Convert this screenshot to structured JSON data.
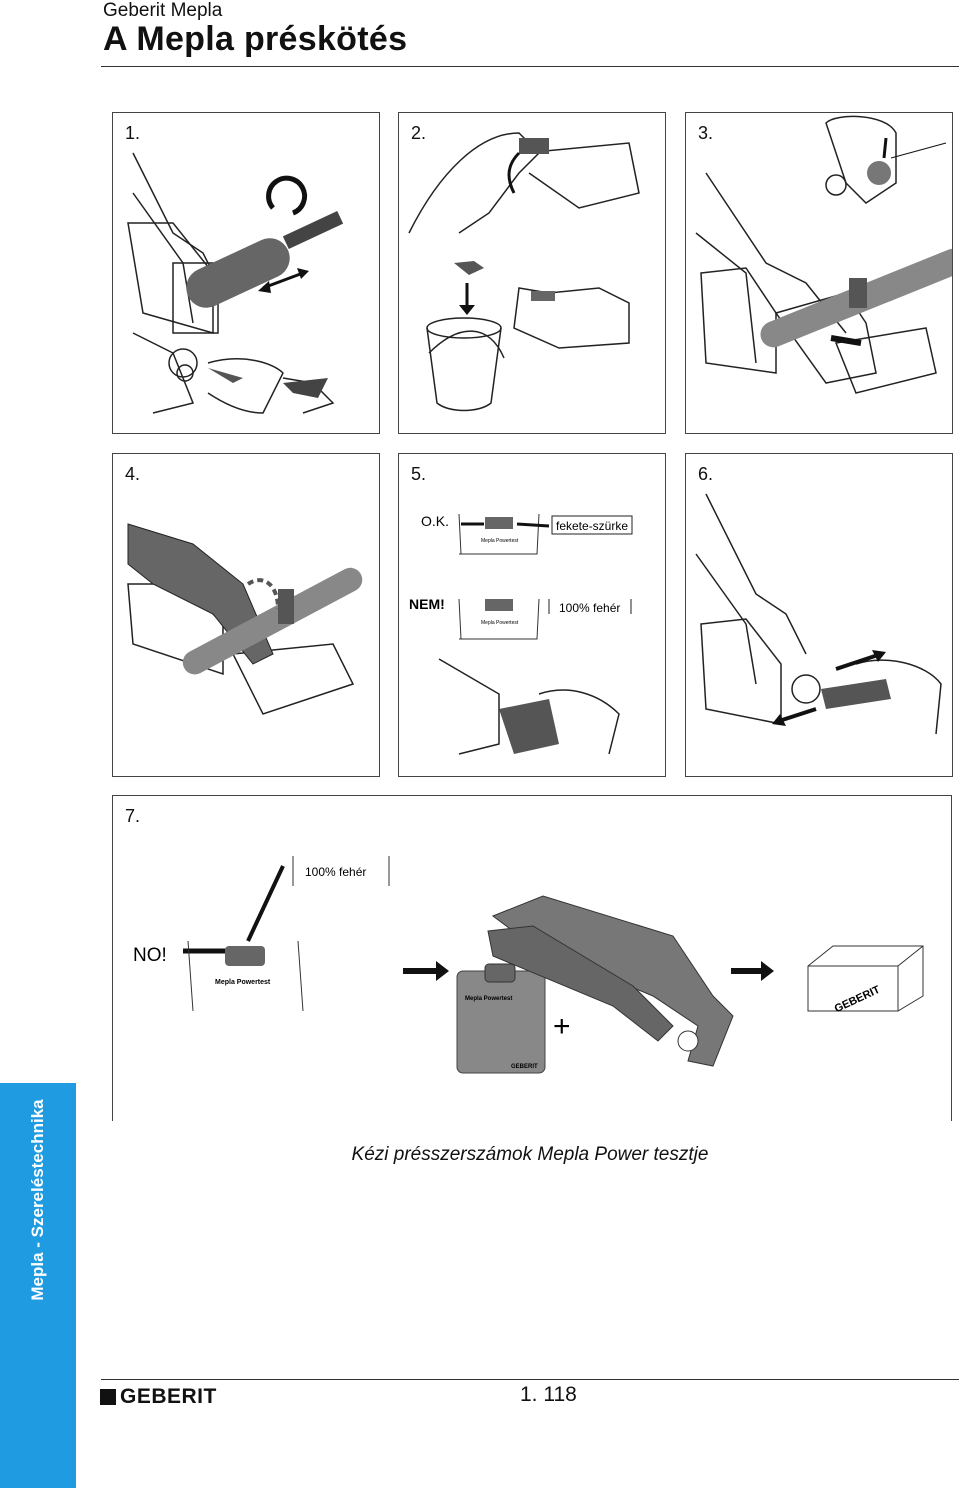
{
  "header": {
    "subtitle": "Geberit Mepla",
    "title": "A Mepla préskötés"
  },
  "panels": [
    {
      "number": "1."
    },
    {
      "number": "2."
    },
    {
      "number": "3."
    },
    {
      "number": "4."
    },
    {
      "number": "5.",
      "ok_label": "O.K.",
      "ok_note": "fekete-szürke",
      "nem_label": "NEM!",
      "nem_note": "100% fehér",
      "card_label": "Mepla Powertest"
    },
    {
      "number": "6."
    },
    {
      "number": "7.",
      "no_label": "NO!",
      "note": "100% fehér",
      "card_label": "Mepla Powertest",
      "card_brand": "GEBERIT",
      "plus": "+",
      "box_brand": "GEBERIT"
    }
  ],
  "caption": "Kézi présszerszámok Mepla Power tesztje",
  "sidebar": {
    "text": "Mepla - Szereléstechnika",
    "color": "#1e9be1"
  },
  "footer": {
    "logo": "GEBERIT",
    "page": "1. 118"
  }
}
